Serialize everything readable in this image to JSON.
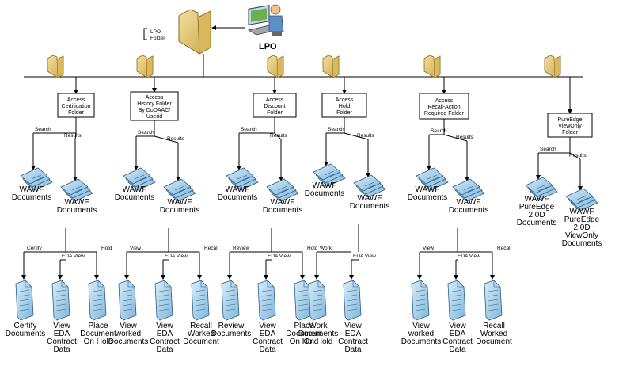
{
  "root": {
    "label": "LPO",
    "folder_label": [
      "LPO",
      "Folder"
    ]
  },
  "folders": [
    {
      "title": [
        "Access",
        "Certification",
        "Folder"
      ],
      "search_label": "Search",
      "results_label": "Results",
      "search_docs": [
        "WAWF",
        "Documents"
      ],
      "results_docs": [
        "WAWF",
        "Documents"
      ],
      "actions": [
        {
          "edge": "Certify",
          "doc": [
            "Certify",
            "Documents"
          ]
        },
        {
          "edge": "EDA View",
          "doc": [
            "View",
            "EDA",
            "Contract",
            "Data"
          ]
        },
        {
          "edge": "Hold",
          "doc": [
            "Place",
            "Document",
            "On Hold"
          ]
        }
      ]
    },
    {
      "title": [
        "Access",
        "History Folder",
        "By DoDAAC/",
        "Userid"
      ],
      "search_label": "Search",
      "results_label": "Results",
      "search_docs": [
        "WAWF",
        "Documents"
      ],
      "results_docs": [
        "WAWF",
        "Documents"
      ],
      "actions": [
        {
          "edge": "View",
          "doc": [
            "View",
            "worked",
            "Documents"
          ]
        },
        {
          "edge": "EDA View",
          "doc": [
            "View",
            "EDA",
            "Contract",
            "Data"
          ]
        },
        {
          "edge": "Recall",
          "doc": [
            "Recall",
            "Worked",
            "Document"
          ]
        }
      ]
    },
    {
      "title": [
        "Access",
        "Discount",
        "Folder"
      ],
      "search_label": "Search",
      "results_label": "Results",
      "search_docs": [
        "WAWF",
        "Documents"
      ],
      "results_docs": [
        "WAWF",
        "Documents"
      ],
      "actions": [
        {
          "edge": "Review",
          "doc": [
            "Review",
            "Documents"
          ]
        },
        {
          "edge": "EDA View",
          "doc": [
            "View",
            "EDA",
            "Contract",
            "Data"
          ]
        },
        {
          "edge": "Hold",
          "doc": [
            "Place",
            "Document",
            "On Hold"
          ]
        }
      ]
    },
    {
      "title": [
        "Access",
        "Hold",
        "Folder"
      ],
      "search_label": "Search",
      "results_label": "Results",
      "search_docs": [
        "WAWF",
        "Documents"
      ],
      "results_docs": [
        "WAWF",
        "Documents"
      ],
      "actions": [
        {
          "edge": "Work",
          "doc": [
            "Work",
            "Documents",
            "On Hold"
          ]
        },
        {
          "edge": "EDA View",
          "doc": [
            "View",
            "EDA",
            "Contract",
            "Data"
          ]
        }
      ]
    },
    {
      "title": [
        "Access",
        "Recall-Action",
        "Required Folder"
      ],
      "search_label": "Search",
      "results_label": "Results",
      "search_docs": [
        "WAWF",
        "Documents"
      ],
      "results_docs": [
        "WAWF",
        "Documents"
      ],
      "actions": [
        {
          "edge": "View",
          "doc": [
            "View",
            "worked",
            "Documents"
          ]
        },
        {
          "edge": "EDA View",
          "doc": [
            "View",
            "EDA",
            "Contract",
            "Data"
          ]
        },
        {
          "edge": "Recall",
          "doc": [
            "Recall",
            "Worked",
            "Document"
          ]
        }
      ]
    },
    {
      "title": [
        "PureEdge",
        "ViewOnly",
        "Folder"
      ],
      "search_label": "Search",
      "results_label": "Results",
      "search_docs": [
        "WAWF",
        "PureEdge",
        "2.0D",
        "Documents"
      ],
      "results_docs": [
        "WAWF",
        "PureEdge",
        "2.0D",
        "ViewOnly",
        "Documents"
      ],
      "actions": []
    }
  ]
}
